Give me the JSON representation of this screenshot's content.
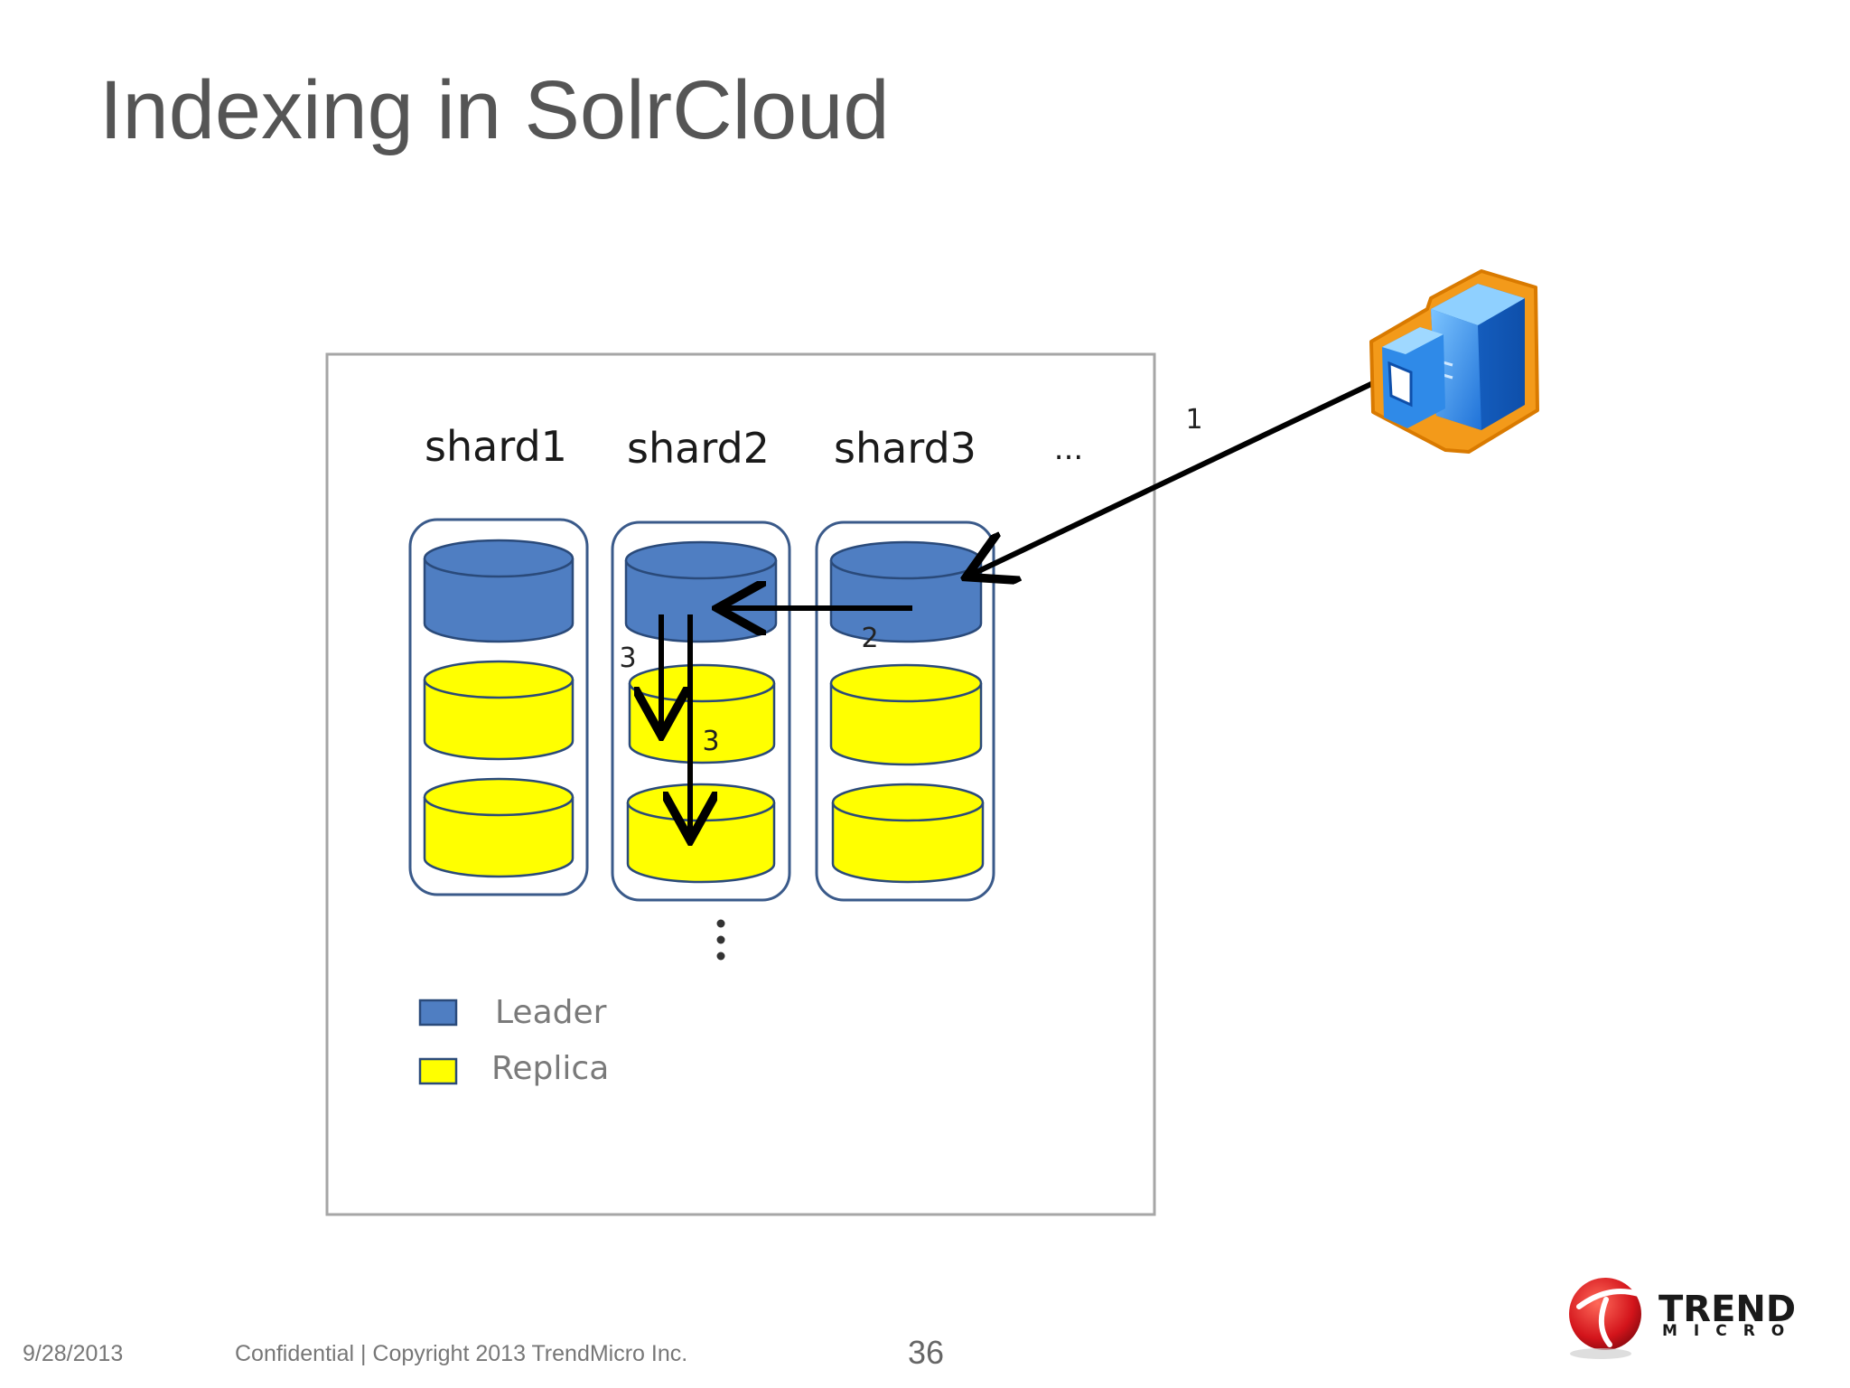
{
  "slide": {
    "title": "Indexing in SolrCloud",
    "footer": {
      "date": "9/28/2013",
      "copyright": "Confidential | Copyright 2013 TrendMicro Inc.",
      "page_number": "36"
    },
    "logo": {
      "line1": "TREND",
      "line2": "MICRO"
    }
  },
  "diagram": {
    "shards": [
      {
        "label": "shard1"
      },
      {
        "label": "shard2"
      },
      {
        "label": "shard3"
      }
    ],
    "more_shards": "...",
    "more_replicas": "⋮",
    "steps": [
      "1",
      "2",
      "3",
      "3"
    ],
    "legend": [
      {
        "label": "Leader",
        "color": "#4f7ec2"
      },
      {
        "label": "Replica",
        "color": "#ffff00"
      }
    ],
    "colors": {
      "leader": "#4f7ec2",
      "replica": "#ffff00",
      "outline": "#2a4a7a",
      "client_server_orange": "#f39a1a",
      "client_server_blue": "#1f8ee8"
    },
    "client_icon": "server-computer-icon"
  }
}
